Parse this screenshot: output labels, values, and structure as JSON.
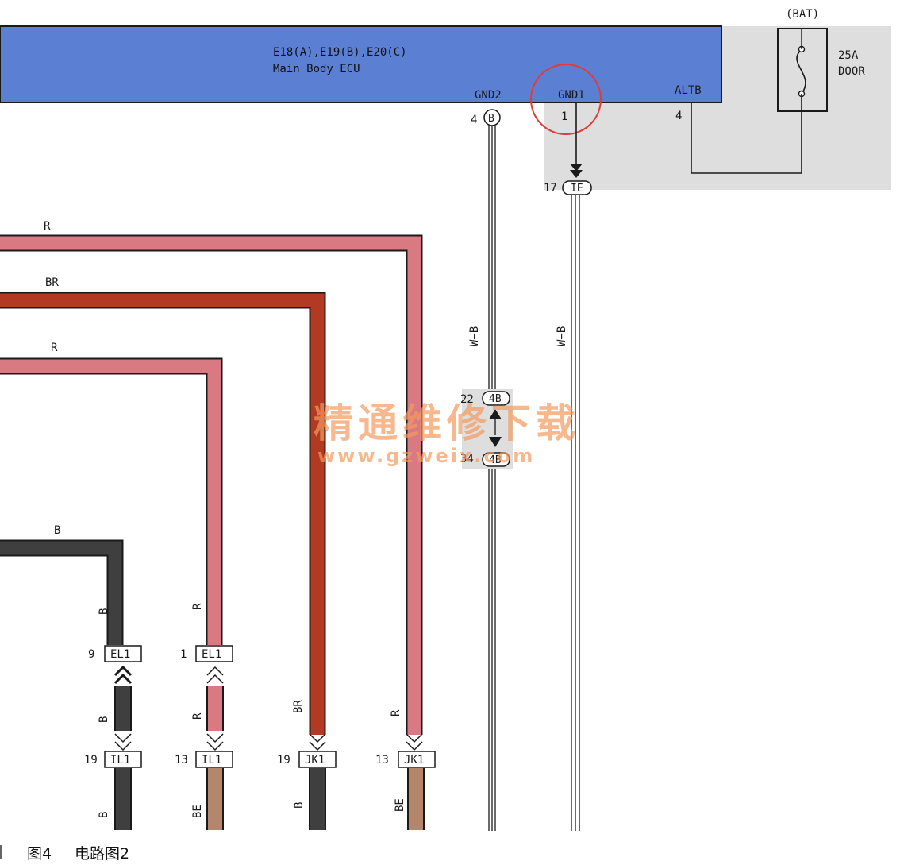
{
  "ecu": {
    "line1": "E18(A),E19(B),E20(C)",
    "line2": "Main Body ECU"
  },
  "fuse": {
    "source": "(BAT)",
    "rating": "25A",
    "name": "DOOR"
  },
  "pins": {
    "gnd2": {
      "name": "GND2",
      "num": "4",
      "conn": "B"
    },
    "gnd1": {
      "name": "GND1",
      "num": "1"
    },
    "altb": {
      "name": "ALTB",
      "num": "4"
    }
  },
  "ground_ie": {
    "num": "17",
    "label": "IE"
  },
  "junction": {
    "top_num": "22",
    "top_label": "4B",
    "bot_num": "34",
    "bot_label": "4B"
  },
  "wire_labels": {
    "wb": "W−B",
    "r": "R",
    "br": "BR",
    "b": "B",
    "be": "BE"
  },
  "connectors": [
    {
      "num": "9",
      "label": "EL1"
    },
    {
      "num": "1",
      "label": "EL1"
    },
    {
      "num": "19",
      "label": "IL1"
    },
    {
      "num": "13",
      "label": "IL1"
    },
    {
      "num": "19",
      "label": "JK1"
    },
    {
      "num": "13",
      "label": "JK1"
    }
  ],
  "watermark": {
    "cn": "精通维修下载",
    "url": "www.gzweix.com"
  },
  "caption": {
    "figure": "图4",
    "title": "电路图2"
  },
  "colors": {
    "ecu": "#5b7fd2",
    "shade": "#dedede",
    "wire_r": "#d97a82",
    "wire_br": "#b23a22",
    "wire_b": "#3f3f3f",
    "wire_be": "#b4876c",
    "highlight": "#e03c3c"
  }
}
